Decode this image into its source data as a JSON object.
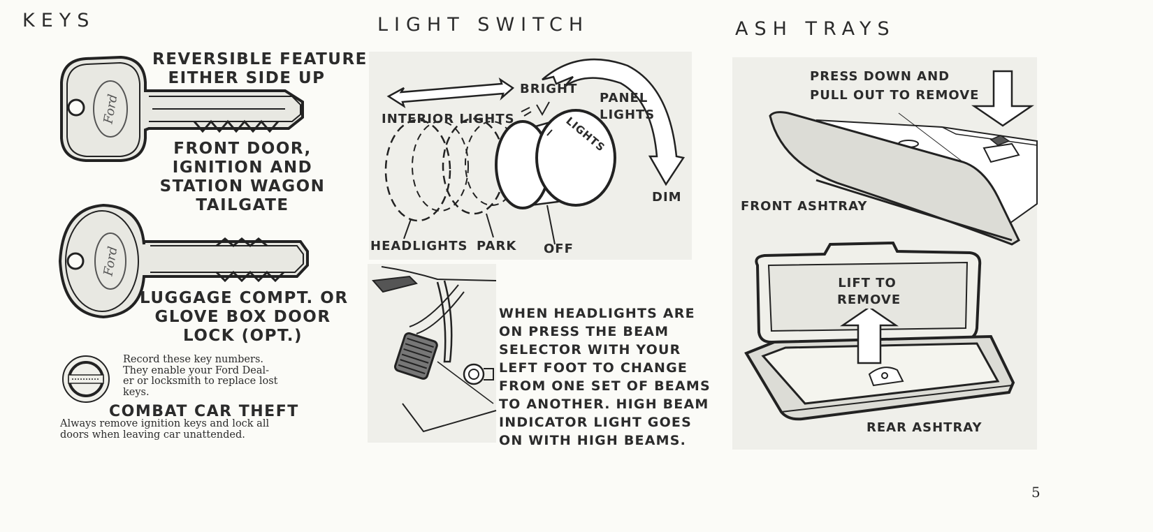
{
  "keys": {
    "heading": "KEYS",
    "reversible": [
      "REVERSIBLE FEATURE:",
      "EITHER SIDE UP"
    ],
    "front_door": [
      "FRONT DOOR,",
      "IGNITION AND",
      "STATION WAGON",
      "TAILGATE"
    ],
    "luggage": [
      "LUGGAGE COMPT. OR",
      "GLOVE BOX DOOR",
      "LOCK (OPT.)"
    ],
    "key_logo": "Ford",
    "record_text": [
      "Record these key numbers.",
      "They enable your Ford Deal-",
      "er or locksmith to replace lost",
      "keys."
    ],
    "combat_title": "COMBAT CAR THEFT",
    "combat_text": [
      "Always remove ignition keys and lock all",
      "doors when leaving car unattended."
    ]
  },
  "light_switch": {
    "heading": "LIGHT SWITCH",
    "bright": "BRIGHT",
    "panel_lights": [
      "PANEL",
      "LIGHTS"
    ],
    "interior_lights": "INTERIOR LIGHTS",
    "knob_label": "LIGHTS",
    "dim": "DIM",
    "headlights": "HEADLIGHTS",
    "park": "PARK",
    "off": "OFF",
    "beam_text": [
      "WHEN HEADLIGHTS ARE",
      "ON PRESS THE BEAM",
      "SELECTOR WITH YOUR",
      "LEFT FOOT TO CHANGE",
      "FROM ONE SET OF BEAMS",
      "TO ANOTHER.  HIGH BEAM",
      "INDICATOR LIGHT GOES",
      "ON WITH HIGH BEAMS."
    ]
  },
  "ash_trays": {
    "heading": "ASH TRAYS",
    "press_down": [
      "PRESS DOWN AND",
      "PULL OUT TO REMOVE"
    ],
    "front_ashtray": "FRONT ASHTRAY",
    "lift_to_remove": [
      "LIFT TO",
      "REMOVE"
    ],
    "rear_ashtray": "REAR ASHTRAY"
  },
  "page_number": "5",
  "colors": {
    "ink": "#262626",
    "paper": "#fbfbf7",
    "halftone": "#efefea"
  }
}
